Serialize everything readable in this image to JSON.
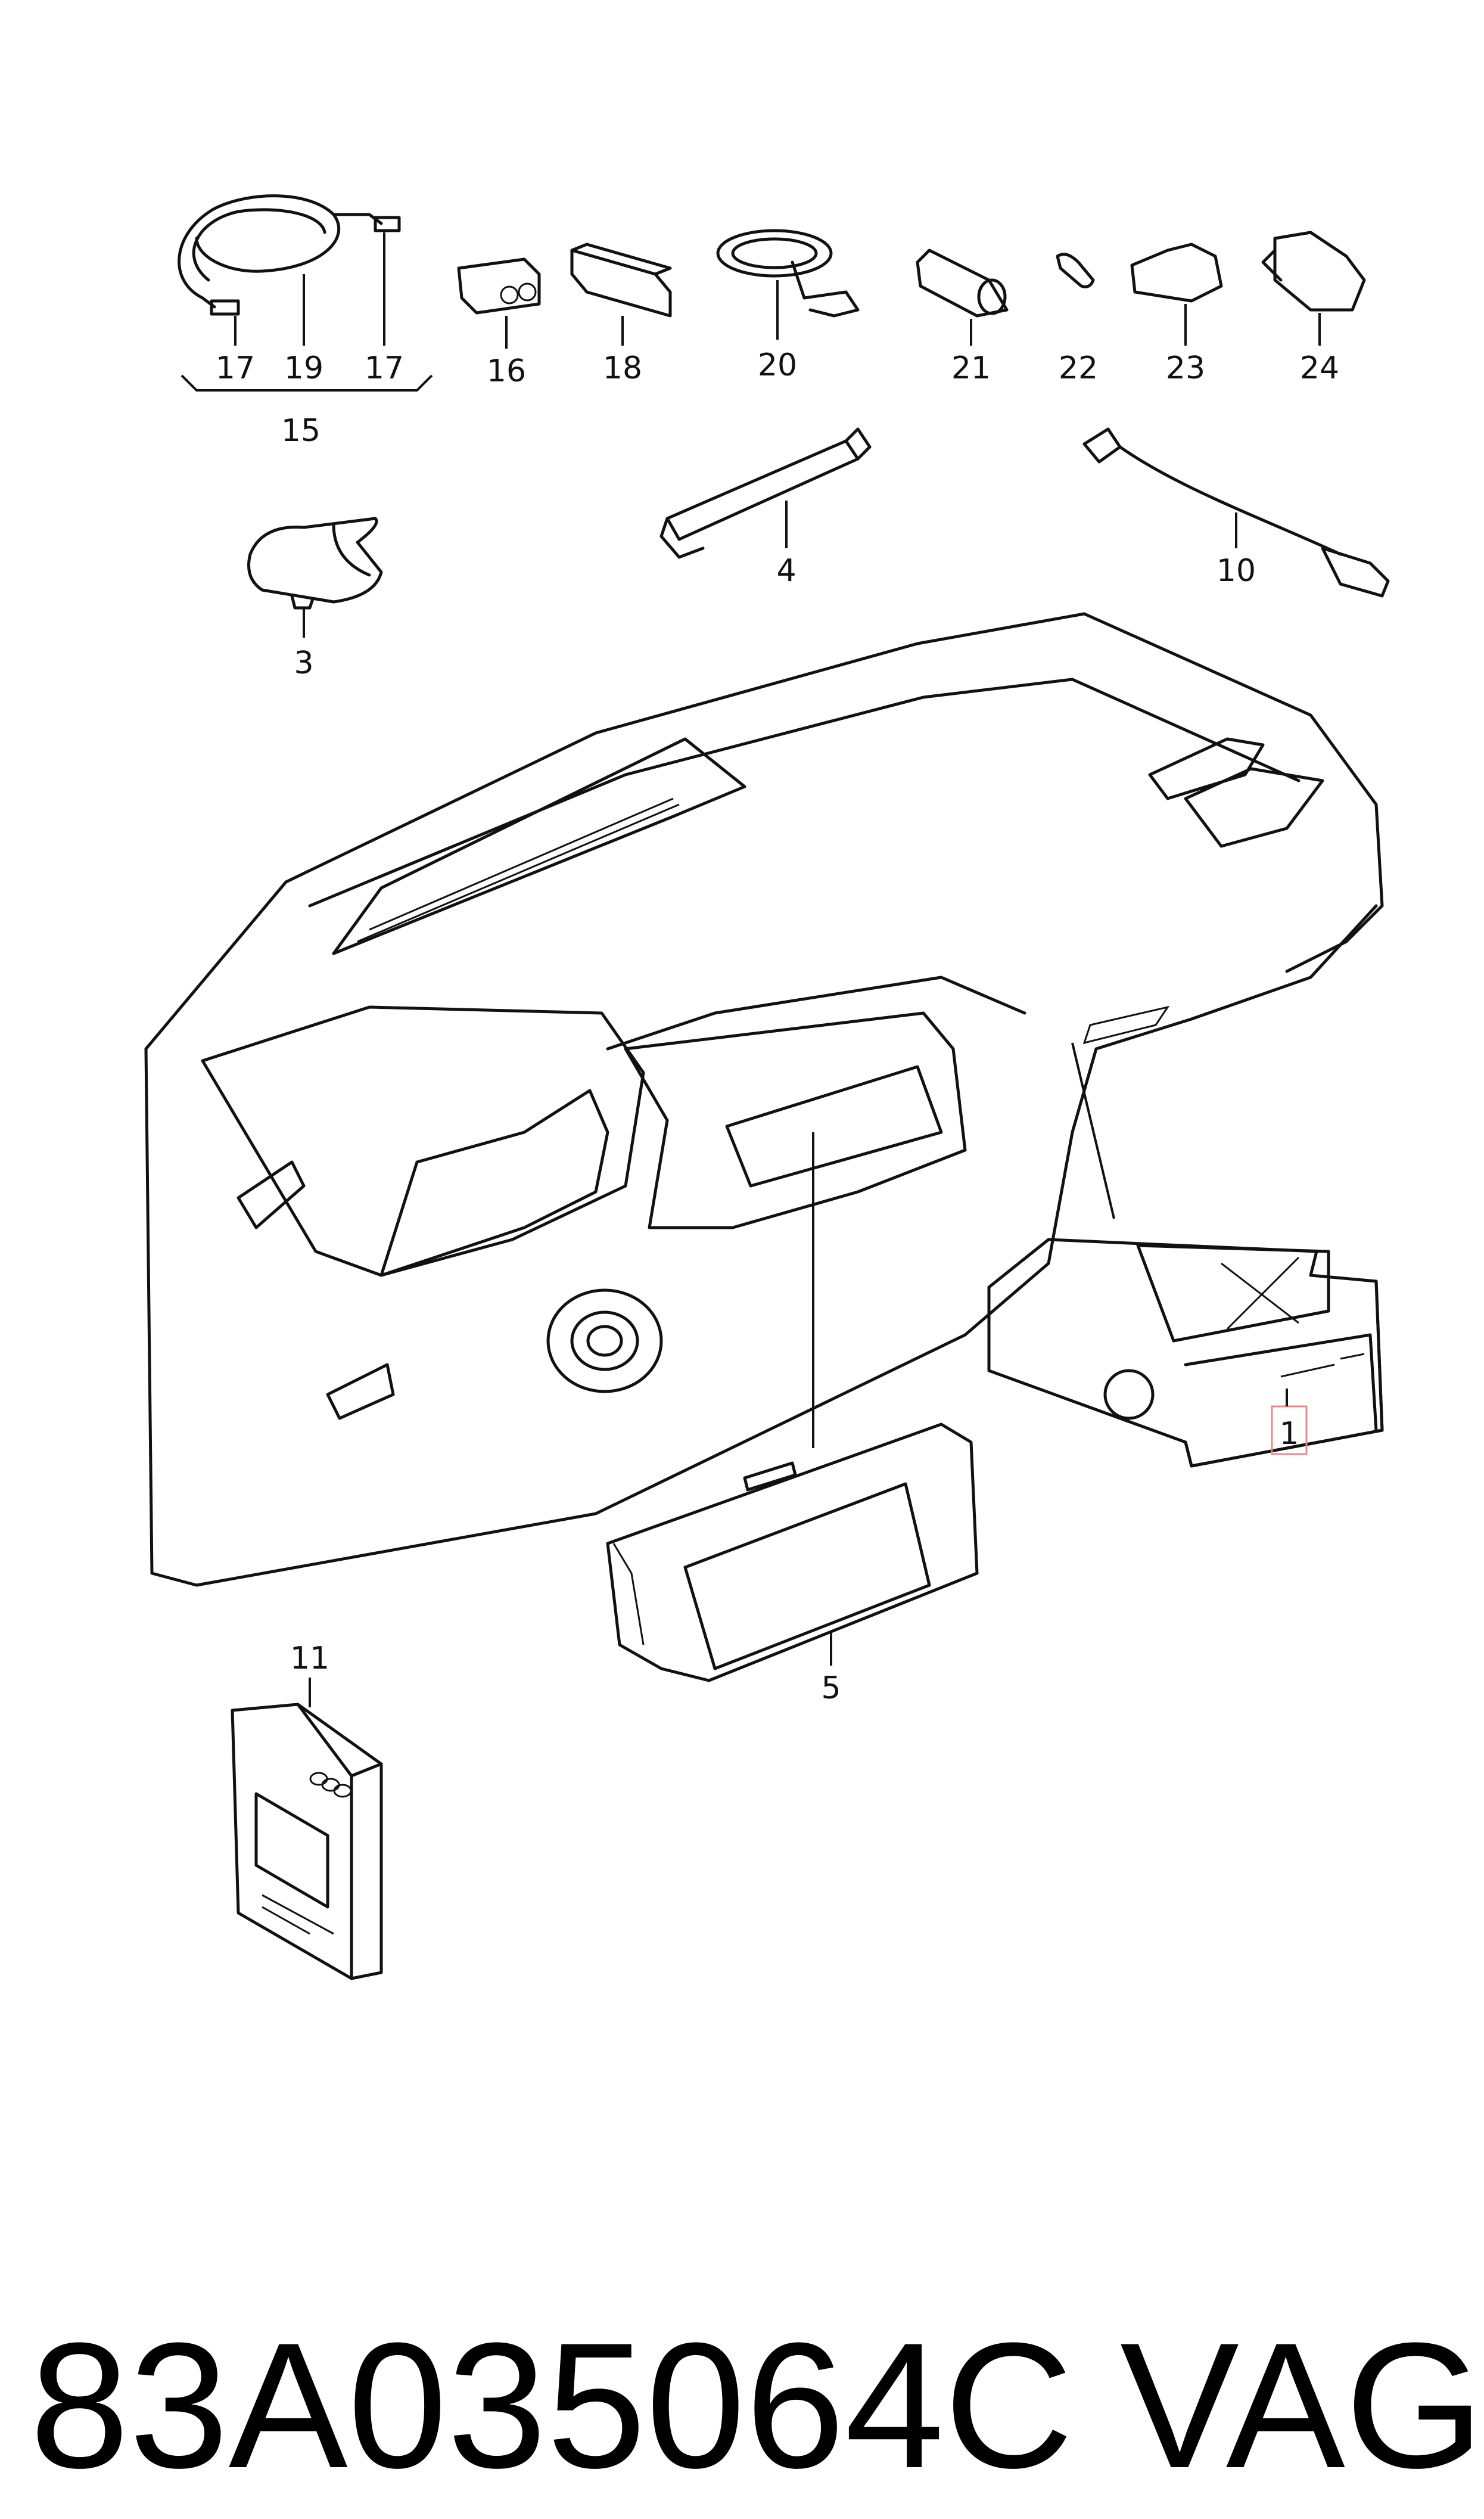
{
  "callouts": {
    "c1": "1",
    "c3": "3",
    "c4": "4",
    "c5": "5",
    "c10": "10",
    "c11": "11",
    "c15": "15",
    "c16": "16",
    "c17a": "17",
    "c19": "19",
    "c17b": "17",
    "c18": "18",
    "c20": "20",
    "c21": "21",
    "c22": "22",
    "c23": "23",
    "c24": "24"
  },
  "highlight_color": "#e88a8a",
  "footer": {
    "part_number": "83A035064C",
    "brand": "VAG"
  }
}
